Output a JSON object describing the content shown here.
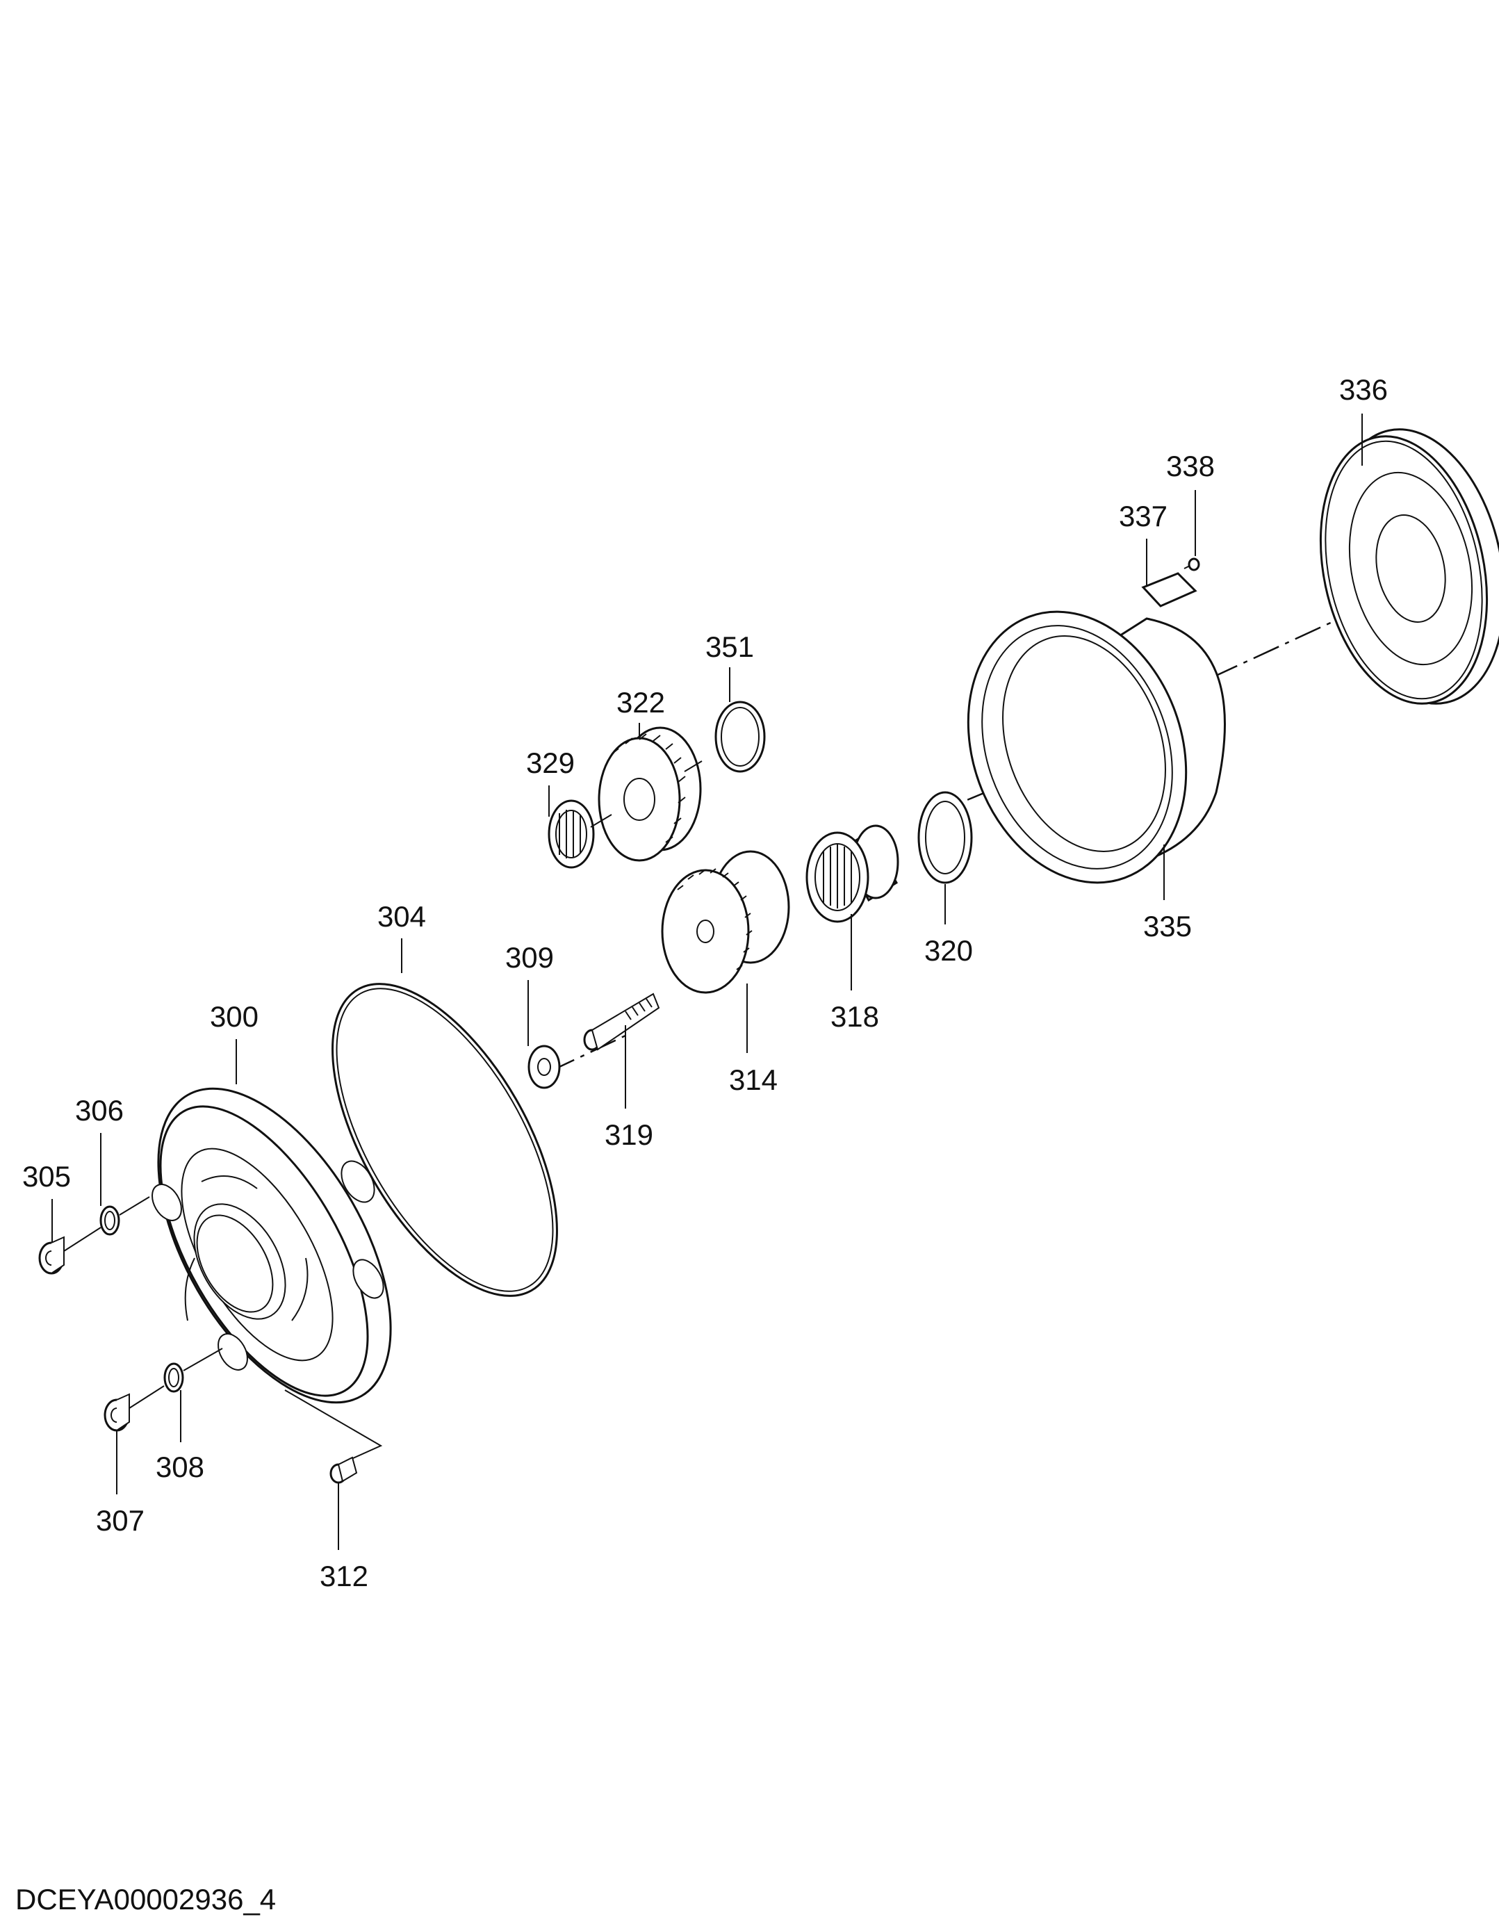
{
  "caption": "DCEYA00002936_4",
  "parts": [
    {
      "id": "p300",
      "label": "300"
    },
    {
      "id": "p304",
      "label": "304"
    },
    {
      "id": "p305",
      "label": "305"
    },
    {
      "id": "p306",
      "label": "306"
    },
    {
      "id": "p307",
      "label": "307"
    },
    {
      "id": "p308",
      "label": "308"
    },
    {
      "id": "p309",
      "label": "309"
    },
    {
      "id": "p312",
      "label": "312"
    },
    {
      "id": "p314",
      "label": "314"
    },
    {
      "id": "p318",
      "label": "318"
    },
    {
      "id": "p319",
      "label": "319"
    },
    {
      "id": "p320",
      "label": "320"
    },
    {
      "id": "p322",
      "label": "322"
    },
    {
      "id": "p329",
      "label": "329"
    },
    {
      "id": "p335",
      "label": "335"
    },
    {
      "id": "p336",
      "label": "336"
    },
    {
      "id": "p337",
      "label": "337"
    },
    {
      "id": "p338",
      "label": "338"
    },
    {
      "id": "p351",
      "label": "351"
    }
  ]
}
